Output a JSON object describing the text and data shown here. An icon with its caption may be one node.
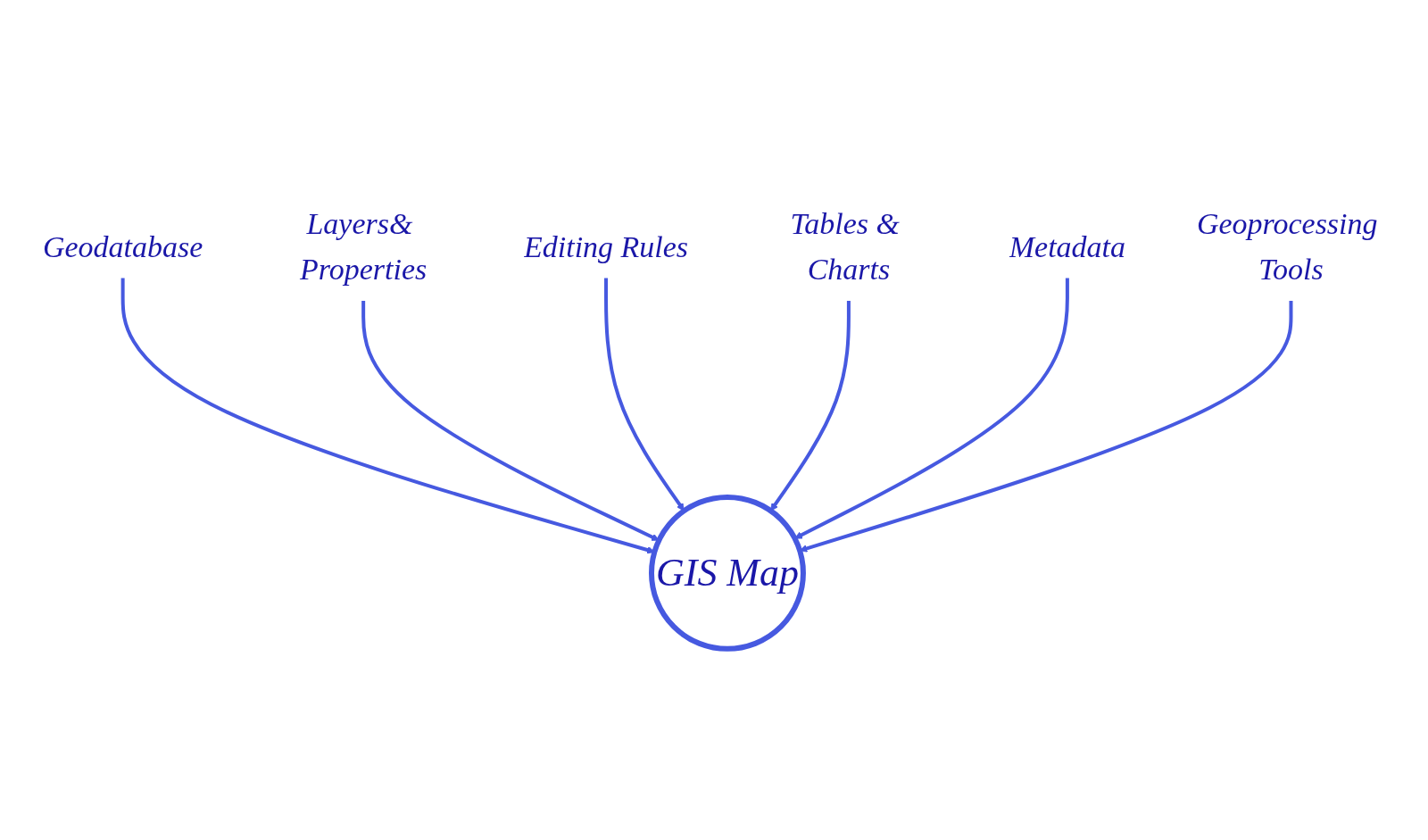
{
  "diagram": {
    "nodes": [
      {
        "text": [
          "Geodatabase"
        ]
      },
      {
        "text": [
          "Layers& Properties"
        ]
      },
      {
        "text": [
          "Editing Rules"
        ]
      },
      {
        "text": [
          "Tables & Charts"
        ]
      },
      {
        "text": [
          "Metadata"
        ]
      },
      {
        "text": [
          "Geoprocessing Tools"
        ]
      },
      {
        "text": [
          "GIS Map"
        ]
      }
    ],
    "edges": [
      {
        "from": 0,
        "to": 6,
        "arrow": "to"
      },
      {
        "from": 1,
        "to": 6,
        "arrow": "to"
      },
      {
        "from": 2,
        "to": 6,
        "arrow": "to"
      },
      {
        "from": 3,
        "to": 6,
        "arrow": "to"
      },
      {
        "from": 4,
        "to": 6,
        "arrow": "to"
      },
      {
        "from": 5,
        "to": 6,
        "arrow": "to"
      }
    ]
  }
}
